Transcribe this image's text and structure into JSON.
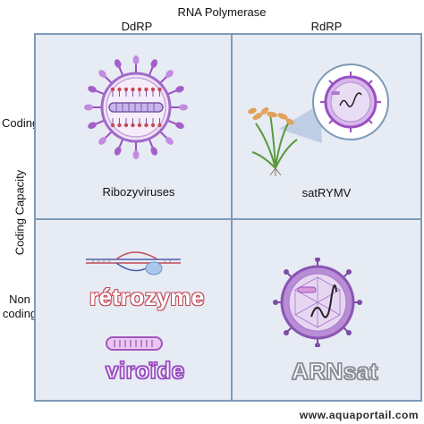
{
  "header": {
    "title": "RNA Polymerase",
    "col_left": "DdRP",
    "col_right": "RdRP"
  },
  "axis": {
    "y_title": "Coding Capacity",
    "row_top": "Coding",
    "row_bottom_line1": "Non",
    "row_bottom_line2": "coding"
  },
  "cells": {
    "top_left": "Ribozyviruses",
    "top_right": "satRYMV",
    "bottom_left_word1": "rétrozyme",
    "bottom_left_word2": "viroïde",
    "bottom_right_word": "ARNsat"
  },
  "watermark": "www.aquaportail.com",
  "colors": {
    "border": "#7e9ab8",
    "cell_bg": "#e6ebf4",
    "capsid_purple": "#9a4fc1",
    "ribozyme_red": "#c44a55"
  }
}
